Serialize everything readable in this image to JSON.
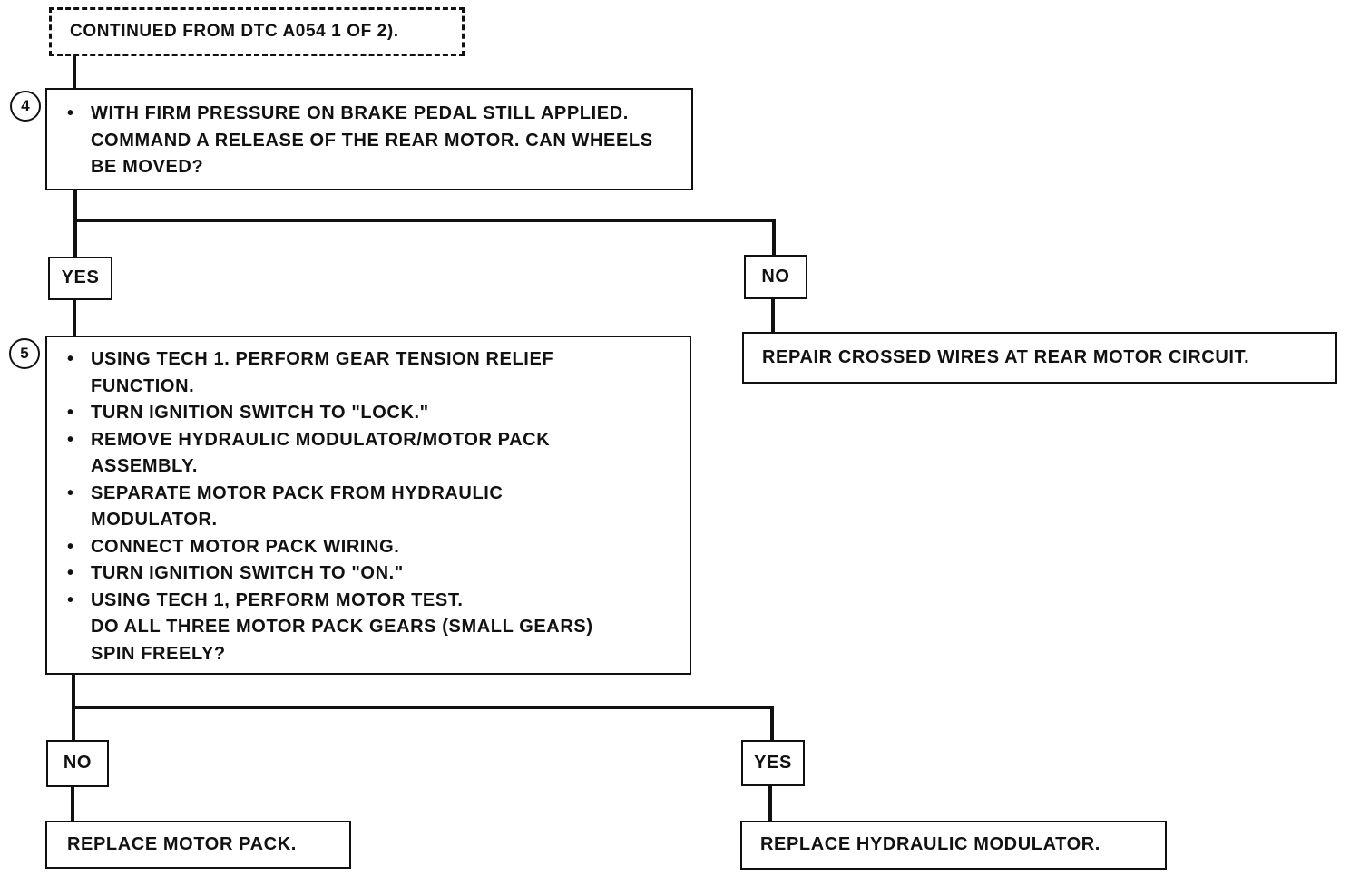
{
  "start": {
    "text": "CONTINUED FROM DTC A054  1 OF 2)."
  },
  "step4": {
    "number": "4",
    "lines": [
      "WITH FIRM PRESSURE ON BRAKE PEDAL STILL APPLIED. COMMAND A RELEASE OF THE REAR MOTOR. CAN WHEELS BE MOVED?"
    ]
  },
  "step4_branches": {
    "yes_label": "YES",
    "no_label": "NO"
  },
  "step4_no_result": "REPAIR CROSSED WIRES AT REAR MOTOR CIRCUIT.",
  "step5": {
    "number": "5",
    "items": [
      "USING TECH 1. PERFORM GEAR TENSION RELIEF FUNCTION.",
      "TURN IGNITION SWITCH TO \"LOCK.\"",
      "REMOVE HYDRAULIC MODULATOR/MOTOR PACK ASSEMBLY.",
      "SEPARATE MOTOR PACK FROM HYDRAULIC MODULATOR.",
      "CONNECT MOTOR PACK WIRING.",
      "TURN IGNITION SWITCH TO \"ON.\"",
      "USING TECH 1, PERFORM MOTOR TEST.",
      "DO ALL THREE MOTOR PACK GEARS (SMALL GEARS) SPIN FREELY?"
    ]
  },
  "step5_branches": {
    "no_label": "NO",
    "yes_label": "YES"
  },
  "step5_no_result": "REPLACE MOTOR PACK.",
  "step5_yes_result": "REPLACE HYDRAULIC MODULATOR."
}
